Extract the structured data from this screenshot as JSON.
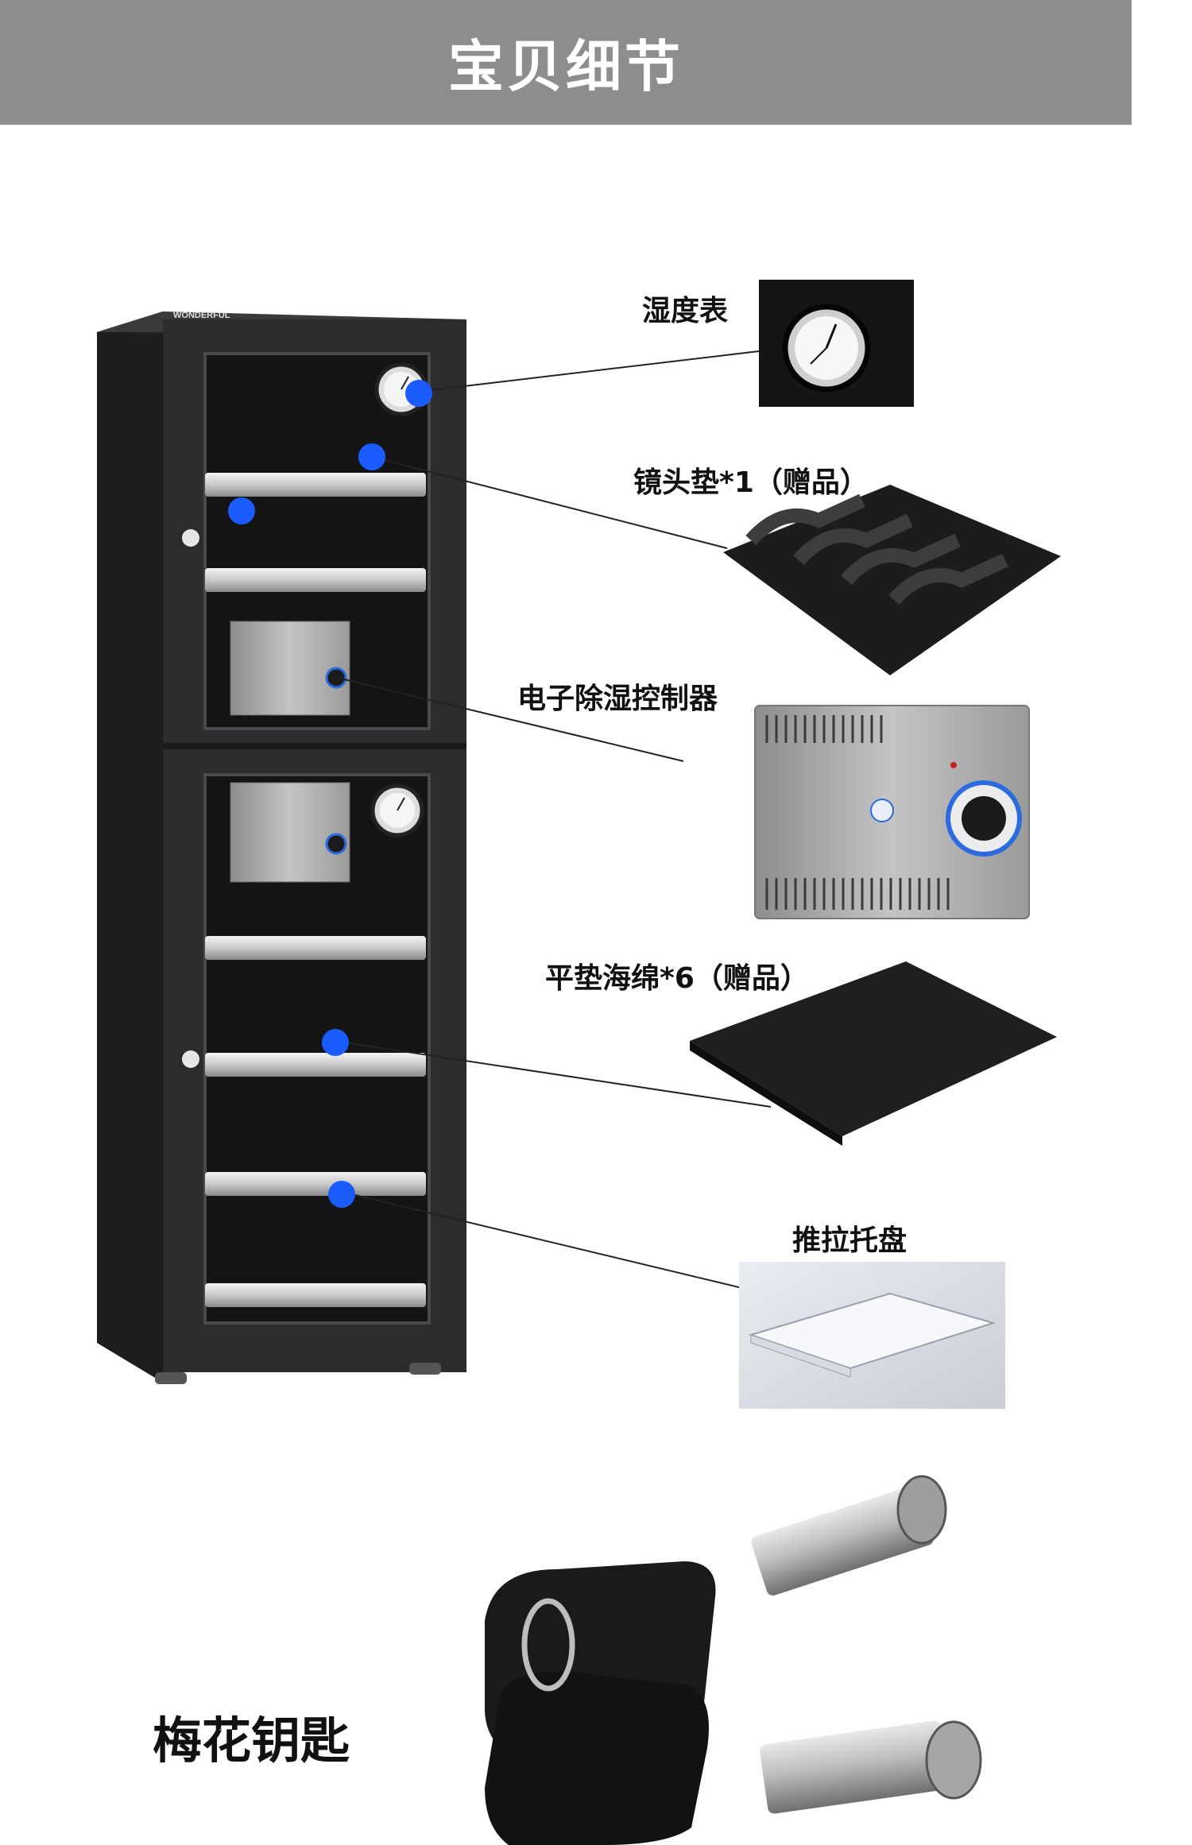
{
  "header": {
    "title": "宝贝细节"
  },
  "cabinet": {
    "brand": "WONDERFUL"
  },
  "callouts": {
    "hygrometer": "湿度表",
    "lens_pad": "镜头垫*1（赠品）",
    "controller": "电子除湿控制器",
    "flat_sponge": "平垫海绵*6（赠品）",
    "tray": "推拉托盘"
  },
  "keys": {
    "label": "梅花钥匙"
  },
  "colors": {
    "banner": "#8d8d8d",
    "marker": "#1a5cff",
    "cabinet": "#2a2a2c"
  }
}
